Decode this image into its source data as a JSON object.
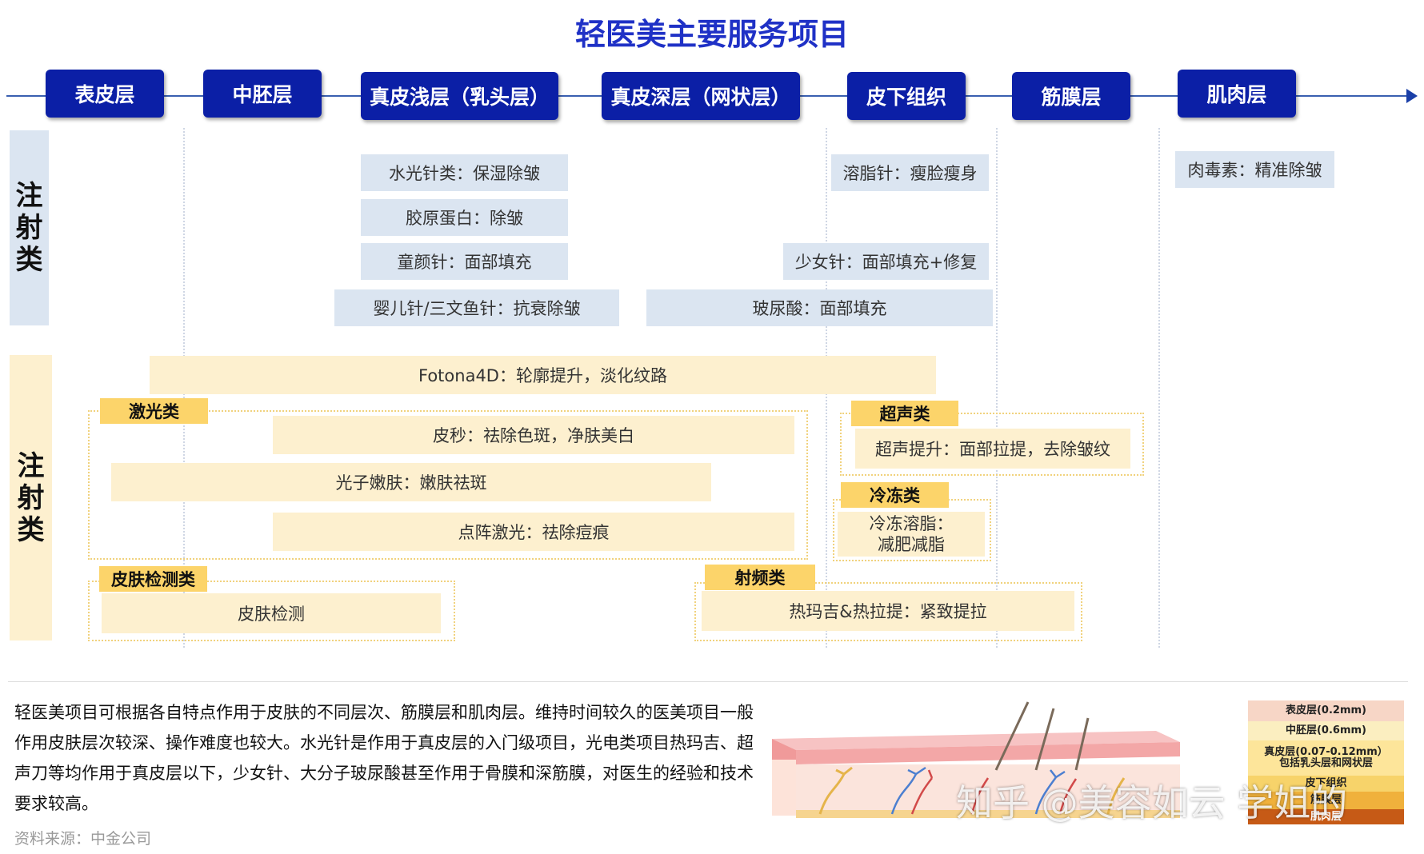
{
  "title": "轻医美主要服务项目",
  "layers": [
    "表皮层",
    "中胚层",
    "真皮浅层（乳头层）",
    "真皮深层（网状层）",
    "皮下组织",
    "筋膜层",
    "肌肉层"
  ],
  "injection": {
    "label": "注射类",
    "items": [
      "水光针类：保湿除皱",
      "胶原蛋白：除皱",
      "童颜针：面部填充",
      "婴儿针/三文鱼针：抗衰除皱",
      "溶脂针：瘦脸瘦身",
      "少女针：面部填充+修复",
      "玻尿酸：面部填充",
      "肉毒素：精准除皱"
    ]
  },
  "device": {
    "label": "注射类",
    "fotona": "Fotona4D：轮廓提升，淡化纹路",
    "laser": {
      "tag": "激光类",
      "items": [
        "皮秒：祛除色斑，净肤美白",
        "光子嫩肤：嫩肤祛斑",
        "点阵激光：祛除痘痕"
      ]
    },
    "ultrasound": {
      "tag": "超声类",
      "items": [
        "超声提升：面部拉提，去除皱纹"
      ]
    },
    "freeze": {
      "tag": "冷冻类",
      "items": [
        "冷冻溶脂：\n减肥减脂"
      ]
    },
    "skin_test": {
      "tag": "皮肤检测类",
      "items": [
        "皮肤检测"
      ]
    },
    "rf": {
      "tag": "射频类",
      "items": [
        "热玛吉&热拉提：紧致提拉"
      ]
    }
  },
  "description": "轻医美项目可根据各自特点作用于皮肤的不同层次、筋膜层和肌肉层。维持时间较久的医美项目一般作用皮肤层次较深、操作难度也较大。水光针是作用于真皮层的入门级项目，光电类项目热玛吉、超声刀等均作用于真皮层以下，少女针、大分子玻尿酸甚至作用于骨膜和深筋膜，对医生的经验和技术要求较高。",
  "source": "资料来源：中金公司",
  "skin_legend": [
    "表皮层(0.2mm)",
    "中胚层(0.6mm)",
    "真皮层(0.07-0.12mm）\n包括乳头层和网状层",
    "皮下组织",
    "筋膜层",
    "肌肉层"
  ],
  "watermark": "知乎 @美容如云 学姐的"
}
